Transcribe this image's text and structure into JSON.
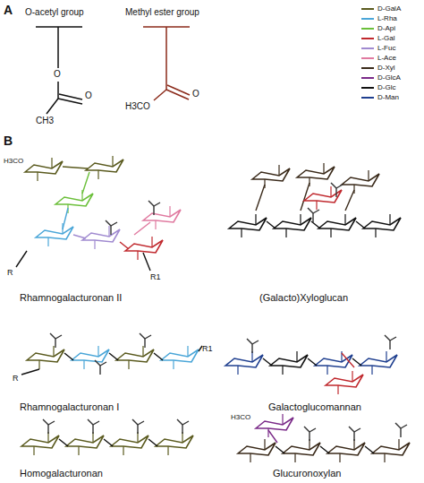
{
  "diagram": {
    "labels": [
      "A",
      "O-acetyl group",
      "Methyl ester group",
      "CH3",
      "O",
      "O",
      "H3CO",
      "O",
      "B",
      "Rhamnogalacturonan II",
      "(Galacto)Xyloglucan",
      "Rhamnogalacturonan I",
      "Galactoglucomannan",
      "Homogalacturonan",
      "Glucuronoxylan",
      "R",
      "R1",
      "R",
      "R1",
      "H3CO",
      "H3CO"
    ],
    "legend": [
      {
        "text": "D-GalA",
        "color": "#5a5a1e"
      },
      {
        "text": "L-Rha",
        "color": "#4aa6d8"
      },
      {
        "text": "D-Api",
        "color": "#6bbf3a"
      },
      {
        "text": "L-Gal",
        "color": "#c0282d"
      },
      {
        "text": "L-Fuc",
        "color": "#a08ad0"
      },
      {
        "text": "L-Ace",
        "color": "#e07aa0"
      },
      {
        "text": "D-Xyl",
        "color": "#3a2a1a"
      },
      {
        "text": "D-GlcA",
        "color": "#7a2a88"
      },
      {
        "text": "D-Glc",
        "color": "#111111"
      },
      {
        "text": "D-Man",
        "color": "#1f3f8f"
      }
    ]
  }
}
